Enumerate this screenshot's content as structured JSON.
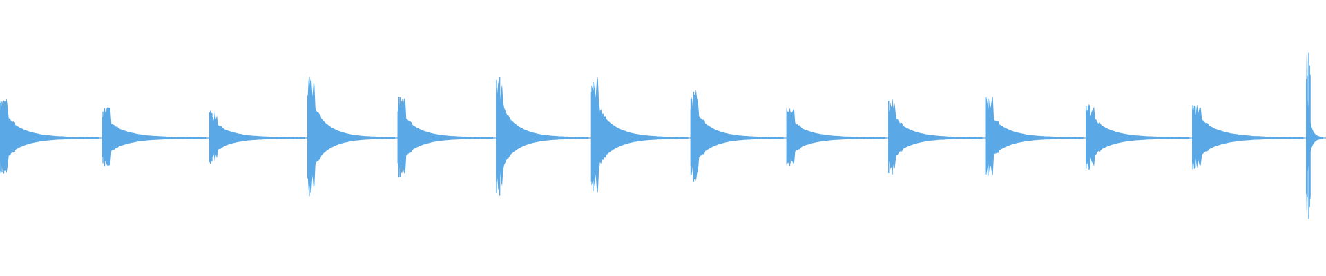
{
  "waveform": {
    "color": "#5aa9e6",
    "onsets": [
      {
        "time": 0.0,
        "amplitude": 0.3,
        "decay": 0.45
      },
      {
        "time": 0.077,
        "amplitude": 0.22,
        "decay": 0.18
      },
      {
        "time": 0.158,
        "amplitude": 0.2,
        "decay": 0.16
      },
      {
        "time": 0.232,
        "amplitude": 0.46,
        "decay": 0.14
      },
      {
        "time": 0.3,
        "amplitude": 0.3,
        "decay": 0.12
      },
      {
        "time": 0.374,
        "amplitude": 0.44,
        "decay": 0.14
      },
      {
        "time": 0.446,
        "amplitude": 0.44,
        "decay": 0.13
      },
      {
        "time": 0.521,
        "amplitude": 0.34,
        "decay": 0.11
      },
      {
        "time": 0.593,
        "amplitude": 0.22,
        "decay": 0.08
      },
      {
        "time": 0.67,
        "amplitude": 0.28,
        "decay": 0.1
      },
      {
        "time": 0.743,
        "amplitude": 0.3,
        "decay": 0.12
      },
      {
        "time": 0.819,
        "amplitude": 0.28,
        "decay": 0.1
      },
      {
        "time": 0.899,
        "amplitude": 0.28,
        "decay": 0.1
      },
      {
        "time": 0.985,
        "amplitude": 0.62,
        "decay": 0.06
      }
    ]
  }
}
